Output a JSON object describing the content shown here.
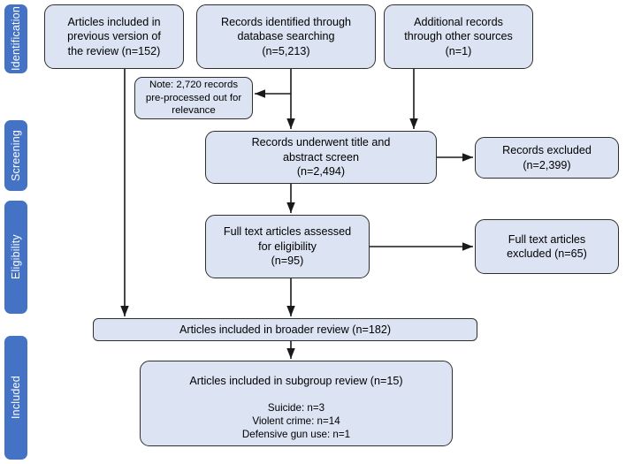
{
  "diagram": {
    "title": "PRISMA flow diagram",
    "colors": {
      "stage_fill": "#4472c4",
      "stage_text": "#ffffff",
      "node_fill": "#dce3f2",
      "node_border": "#2f2f2f",
      "connector": "#1a1a1a",
      "background": "#ffffff"
    }
  },
  "stages": [
    {
      "label": "Identification"
    },
    {
      "label": "Screening"
    },
    {
      "label": "Eligibility"
    },
    {
      "label": "Included"
    }
  ],
  "nodes": {
    "previous_review": {
      "lines": [
        "Articles included in",
        "previous version of",
        "the review (n=152)"
      ]
    },
    "database_search": {
      "lines": [
        "Records identified through",
        "database searching",
        "(n=5,213)"
      ]
    },
    "other_sources": {
      "lines": [
        "Additional records",
        "through other sources",
        "(n=1)"
      ]
    },
    "preprocess_note": {
      "lines": [
        "Note: 2,720 records",
        "pre-processed out for",
        "relevance"
      ]
    },
    "title_abstract_screen": {
      "lines": [
        "Records underwent title and",
        "abstract screen",
        "(n=2,494)"
      ]
    },
    "records_excluded": {
      "lines": [
        "Records excluded",
        "(n=2,399)"
      ]
    },
    "full_text_assessed": {
      "lines": [
        "Full text articles assessed",
        "for eligibility",
        "(n=95)"
      ]
    },
    "full_text_excluded": {
      "lines": [
        "Full text articles",
        "excluded (n=65)"
      ]
    },
    "broader_review": {
      "lines": [
        "Articles included in broader review (n=182)"
      ]
    },
    "subgroup_review": {
      "title": "Articles included in subgroup review (n=15)",
      "breakdown": [
        "Suicide: n=3",
        "Violent crime: n=14",
        "Defensive gun use: n=1"
      ]
    }
  }
}
